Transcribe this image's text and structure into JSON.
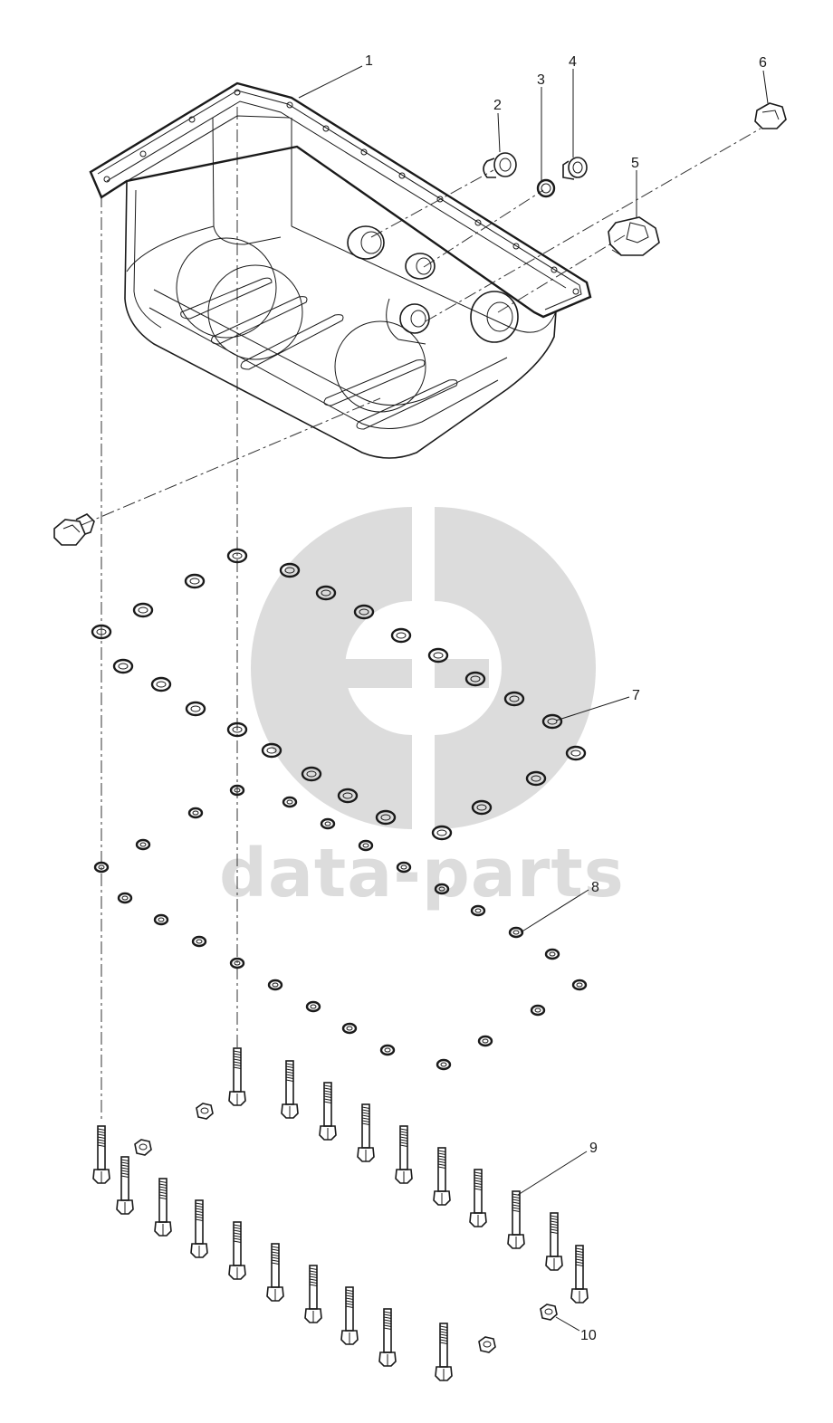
{
  "watermark": {
    "text": "data-parts",
    "color": "#dcdcdc"
  },
  "callouts": [
    {
      "id": "1",
      "label": "1"
    },
    {
      "id": "2",
      "label": "2"
    },
    {
      "id": "3",
      "label": "3"
    },
    {
      "id": "4",
      "label": "4"
    },
    {
      "id": "5",
      "label": "5"
    },
    {
      "id": "6",
      "label": "6"
    },
    {
      "id": "7",
      "label": "7"
    },
    {
      "id": "8",
      "label": "8"
    },
    {
      "id": "9",
      "label": "9"
    },
    {
      "id": "10",
      "label": "10"
    }
  ],
  "colors": {
    "line": "#1a1a1a",
    "background": "#ffffff"
  }
}
